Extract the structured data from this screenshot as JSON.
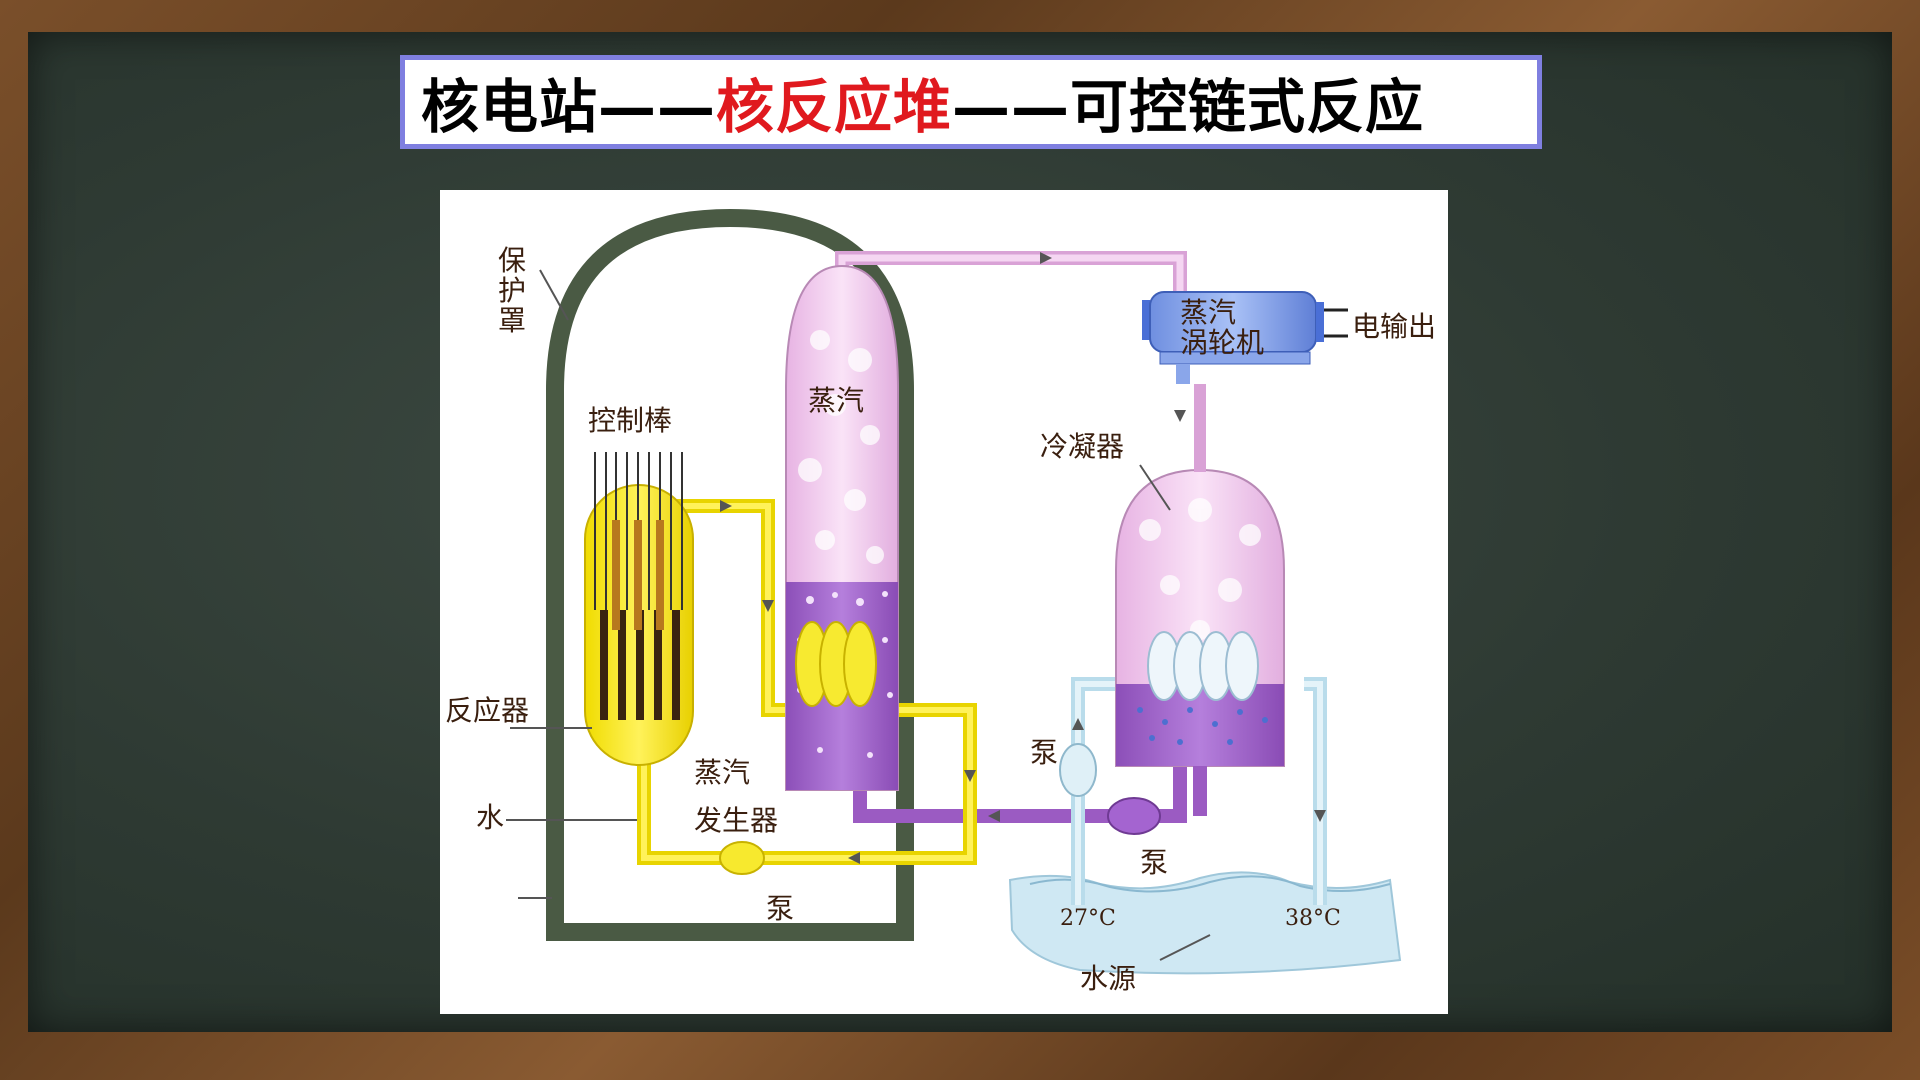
{
  "title": {
    "part1": "核电站——",
    "part2": "核反应堆",
    "part3": "——可控链式反应"
  },
  "labels": {
    "shield_c1": "保",
    "shield_c2": "护",
    "shield_c3": "罩",
    "control_rods": "控制棒",
    "steam_top": "蒸汽",
    "turbine_l1": "蒸汽",
    "turbine_l2": "涡轮机",
    "power_out": "电输出",
    "condenser": "冷凝器",
    "reactor": "反应器",
    "water": "水",
    "generator_l1": "蒸汽",
    "generator_l2": "发生器",
    "pump_bottom": "泵",
    "pump_mid": "泵",
    "pump_right": "泵",
    "temp_in": "27°C",
    "temp_out": "38°C",
    "water_source": "水源"
  },
  "colors": {
    "title_accent": "#e0191e",
    "title_border": "#7f7fe0",
    "shield": "#4a5a44",
    "primary_loop": "#f5e600",
    "secondary_loop": "#9b5bc2",
    "steam": "#f2c8ec",
    "cooling_loop": "#d8eef5"
  }
}
